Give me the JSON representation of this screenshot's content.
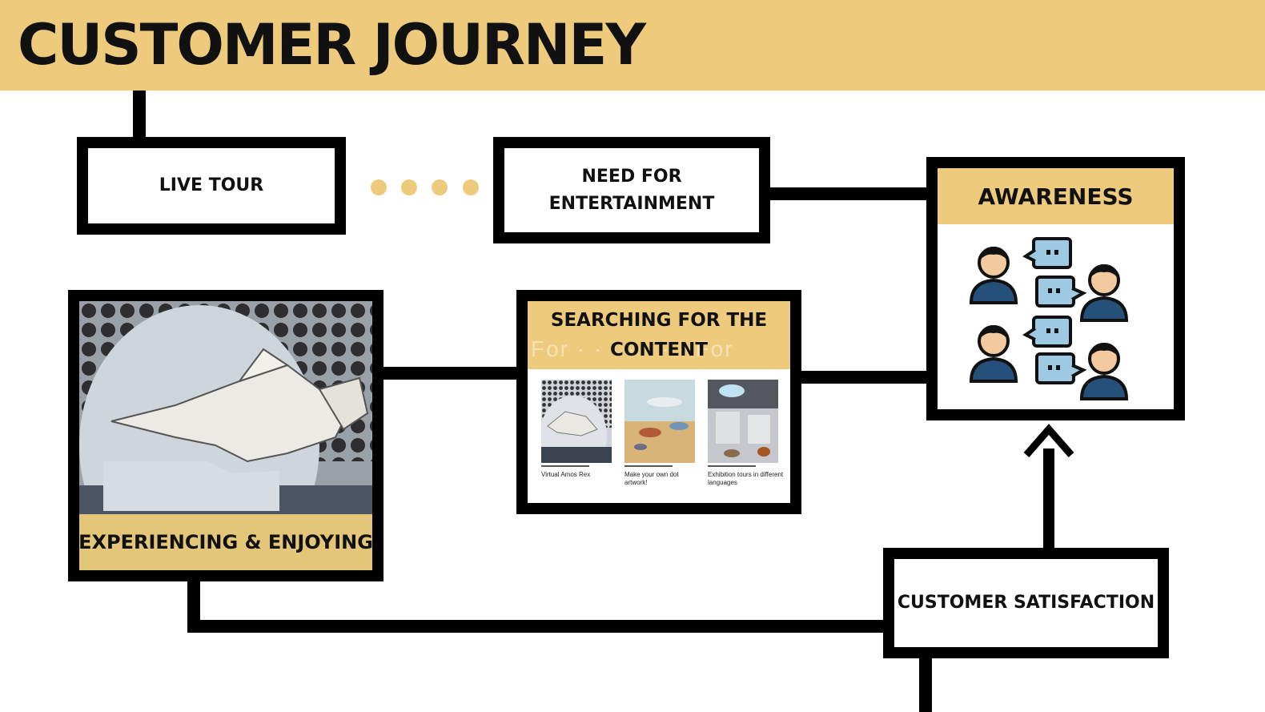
{
  "title": "CUSTOMER JOURNEY",
  "nodes": {
    "live_tour": "LIVE TOUR",
    "need_for_entertainment": "NEED FOR ENTERTAINMENT",
    "awareness": "AWARENESS",
    "searching_for_content": "SEARCHING FOR THE CONTENT",
    "experiencing_enjoying": "EXPERIENCING & ENJOYING",
    "customer_satisfaction": "CUSTOMER SATISFACTION"
  },
  "search_thumbnails": [
    {
      "caption": "Virtual Amos Rex"
    },
    {
      "caption": "Make your own dot artwork!"
    },
    {
      "caption": "Exhibition tours in different languages"
    }
  ],
  "colors": {
    "accent": "#eecb7c",
    "line": "#000000",
    "icon_blue": "#9ec9e2",
    "icon_navy": "#24507a"
  },
  "icons": [
    "people-chat-icon",
    "arrow-up-icon"
  ]
}
